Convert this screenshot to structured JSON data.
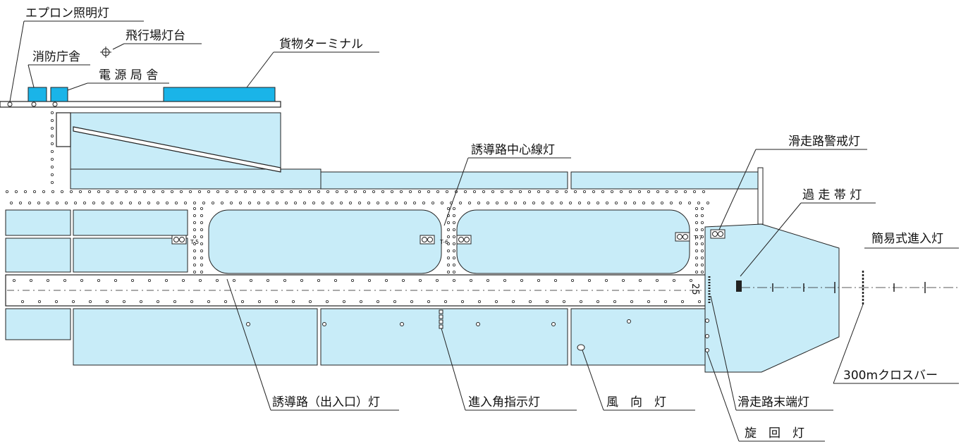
{
  "labels": {
    "apron_light": "エプロン照明灯",
    "beacon": "飛行場灯台",
    "fire_station": "消防庁舎",
    "power_station": "電 源 局 舎",
    "cargo_terminal": "貨物ターミナル",
    "taxiway_centerline": "誘導路中心線灯",
    "runway_guard": "滑走路警戒灯",
    "stopway_light": "過 走 帯 灯",
    "approach_light": "簡易式進入灯",
    "crossbar": "300mクロスバー",
    "taxiway_edge": "誘導路（出入口）灯",
    "papi": "進入角指示灯",
    "wind_cone": "風　向　灯",
    "runway_end": "滑走路末端灯",
    "rotating": "旋　回　灯"
  },
  "map_marks": {
    "taxiway_t5": "T-5",
    "taxiway_t6": "T-6",
    "taxiway_t7": "T-7",
    "runway_number": "25"
  },
  "colors": {
    "grass": "#c8ecf8",
    "building": "#1ab4e8"
  }
}
